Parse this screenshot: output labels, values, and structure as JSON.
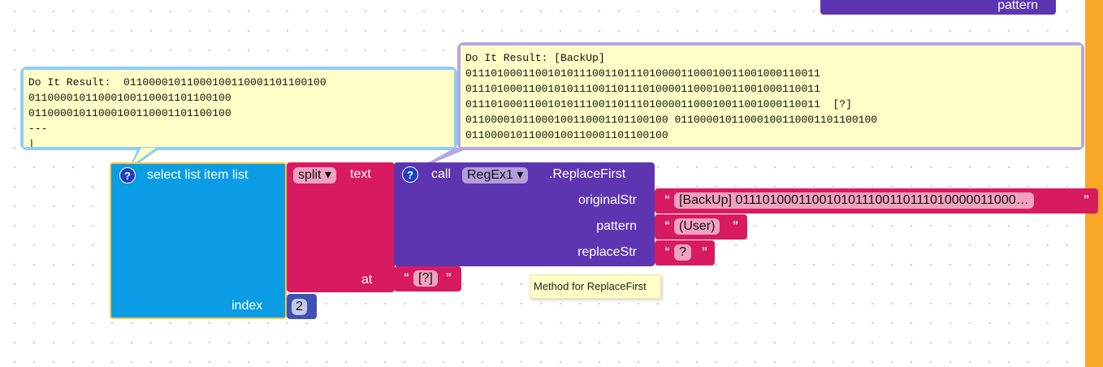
{
  "top_block": {
    "label": "pattern"
  },
  "comment_left": {
    "text": "Do It Result:  01100001011000100110001101100100\n01100001011000100110001101100100\n01100001011000100110001101100100\n---\n|"
  },
  "comment_right": {
    "text": "Do It Result: [BackUp]\n01110100011001010111001101110100001100010011001000110011\n01110100011001010111001101110100001100010011001000110011\n01110100011001010111001101110100001100010011001000110011  [?]\n01100001011000100110001101100100 01100001011000100110001101100100\n01100001011000100110001101100100"
  },
  "select_block": {
    "help": "?",
    "label": "select list item  list",
    "index_label": "index",
    "index_value": "2"
  },
  "split_block": {
    "dropdown": "split ▾",
    "text_label": "text",
    "at_label": "at",
    "at_value": "[?]"
  },
  "call_block": {
    "help": "?",
    "call_label": "call",
    "component": "RegEx1 ▾",
    "method": ".ReplaceFirst",
    "params": [
      "originalStr",
      "pattern",
      "replaceStr"
    ]
  },
  "args": {
    "originalStr": "[BackUp] 0111010001100101011100110111010000011000…",
    "pattern": "(User)",
    "replaceStr": "?"
  },
  "quotes": {
    "open": "“",
    "close": "”"
  },
  "tooltip": "Method for ReplaceFirst",
  "colors": {
    "select": "#0a9de6",
    "text": "#d81b60",
    "component": "#5e35b1",
    "math": "#3f51b5",
    "scrollbar": "#f9a825"
  }
}
